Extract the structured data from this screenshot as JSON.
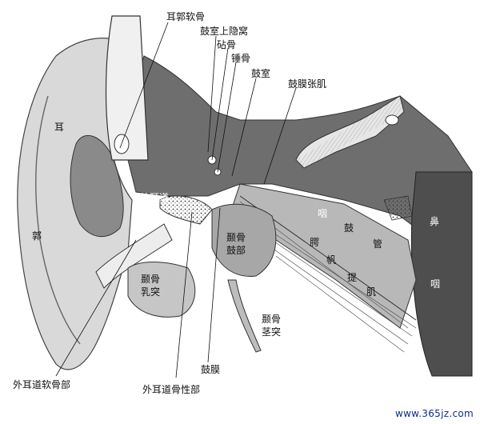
{
  "labels": {
    "ear_cartilage": "耳郭软骨",
    "epitympanic_recess": "鼓室上隐窝",
    "incus": "砧骨",
    "malleus": "锤骨",
    "tympanic_cavity": "鼓室",
    "tensor_tympani": "鼓膜张肌",
    "auricle_1": "耳",
    "auricle_2": "郭",
    "external_meatus": "外耳道",
    "pharynx": "咽",
    "tube": "鼓",
    "tube_2": "管",
    "nose": "鼻",
    "nose_pharynx": "咽",
    "levator_1": "腭",
    "levator_2": "帆",
    "levator_3": "提",
    "levator_4": "肌",
    "temporal_tympanic_1": "颞骨",
    "temporal_tympanic_2": "鼓部",
    "mastoid_1": "颞骨",
    "mastoid_2": "乳突",
    "styloid_1": "颞骨",
    "styloid_2": "茎突",
    "tympanic_membrane": "鼓膜",
    "cartilaginous_meatus": "外耳道软骨部",
    "bony_meatus": "外耳道骨性部"
  },
  "watermark": "www.365jz.com"
}
